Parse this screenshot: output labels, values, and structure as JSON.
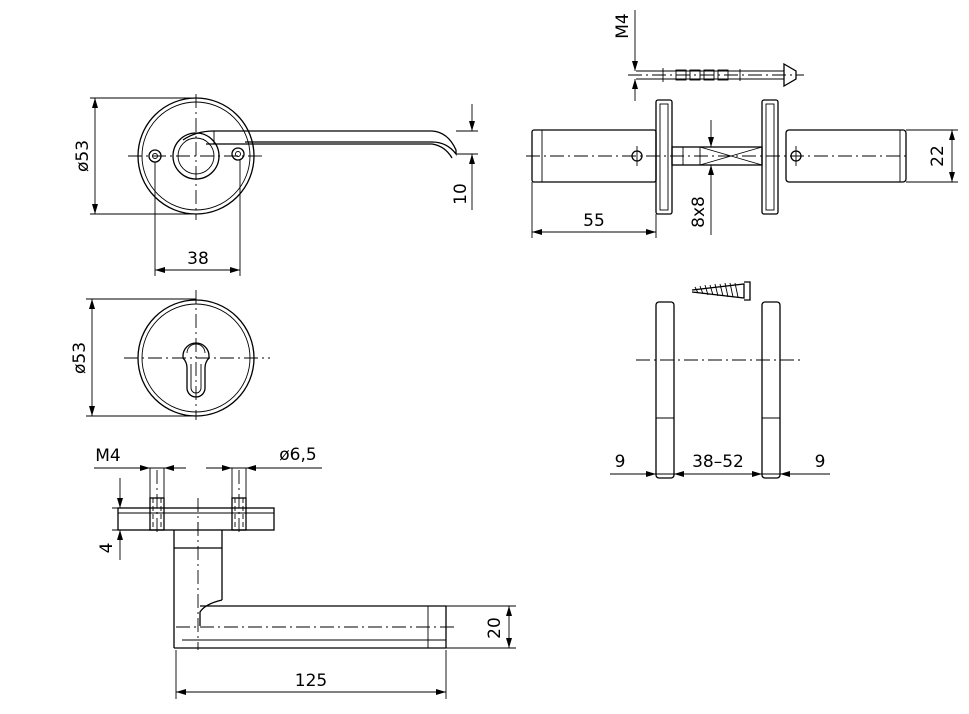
{
  "dimensions": {
    "rose_diameter_top": "ø53",
    "lever_offset": "10",
    "screw_spacing": "38",
    "screw_thread_top": "M4",
    "door_thickness": "38–52",
    "rose_thickness_left": "9",
    "rose_thickness_right": "9",
    "rose_diameter_escutcheon": "ø53",
    "neck_length": "55",
    "spindle": "8x8",
    "lever_diameter": "22",
    "screw_thread_bottom": "M4",
    "hole_diameter": "ø6,5",
    "rose_height": "4",
    "lever_height": "20",
    "lever_length": "125"
  }
}
